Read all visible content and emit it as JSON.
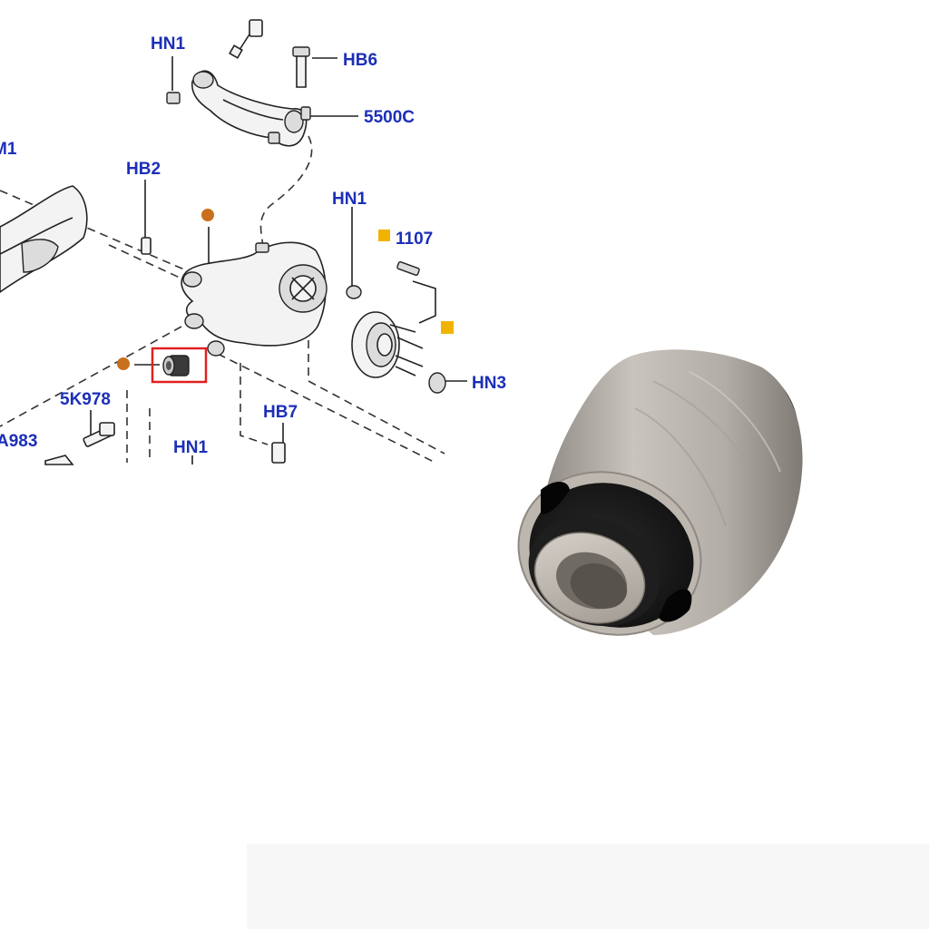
{
  "diagram": {
    "labels": {
      "hn1_top": "HN1",
      "hb6": "HB6",
      "p5500c": "5500C",
      "m1_partial": "M1",
      "hb2": "HB2",
      "hn1_mid": "HN1",
      "p1107": "1107",
      "hn3": "HN3",
      "p5k978": "5K978",
      "a983_partial": "A983",
      "hn1_bottom": "HN1",
      "hb7": "HB7"
    },
    "colors": {
      "label_blue": "#1c2fb8",
      "marker_orange": "#c8701e",
      "marker_yellow": "#f2b300",
      "highlight_red": "#e02020"
    }
  },
  "product_photo": {
    "icon": "rubber-bushing-photo",
    "colors": {
      "metal": "#b9b4ad",
      "rubber": "#1b1b1b"
    }
  }
}
